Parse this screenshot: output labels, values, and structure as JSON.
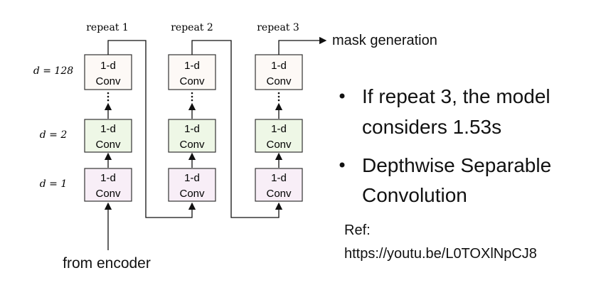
{
  "diagram": {
    "columns": [
      {
        "label": "repeat 1",
        "boxes": {
          "top": "1-d\nConv",
          "middle": "1-d\nConv",
          "bottom": "1-d\nConv"
        }
      },
      {
        "label": "repeat 2",
        "boxes": {
          "top": "1-d\nConv",
          "middle": "1-d\nConv",
          "bottom": "1-d\nConv"
        }
      },
      {
        "label": "repeat 3",
        "boxes": {
          "top": "1-d\nConv",
          "middle": "1-d\nConv",
          "bottom": "1-d\nConv"
        }
      }
    ],
    "box_line1": "1-d",
    "box_line2": "Conv",
    "dilation_labels": [
      "d = 128",
      "d = 2",
      "d = 1"
    ],
    "input_label": "from encoder",
    "output_label": "mask generation",
    "colors": {
      "top_box_fill": "#fdf9f6",
      "middle_box_fill": "#eef7e6",
      "bottom_box_fill": "#f8eef7",
      "stroke": "#333333"
    }
  },
  "bullets": [
    {
      "line1": "If repeat 3, the model",
      "line2": "considers 1.53s"
    },
    {
      "line1": "Depthwise Separable",
      "line2": "Convolution"
    }
  ],
  "reference": {
    "label": "Ref:",
    "url": "https://youtu.be/L0TOXlNpCJ8"
  }
}
